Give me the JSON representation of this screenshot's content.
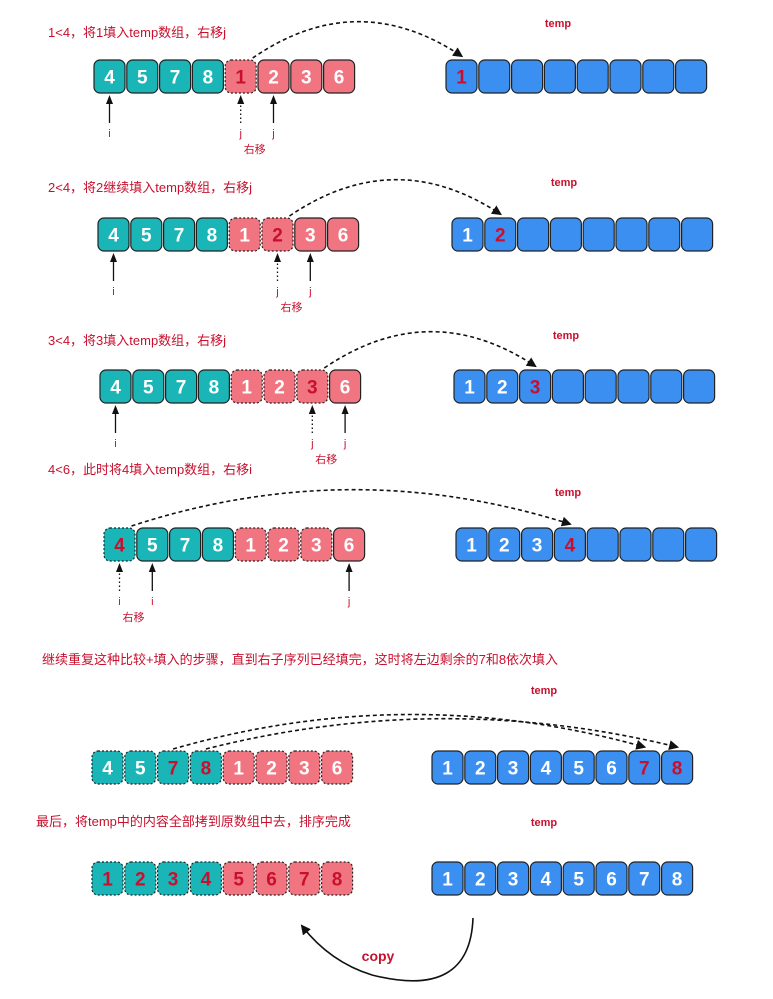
{
  "colors": {
    "teal": "#1ab5b7",
    "pink": "#f07580",
    "blue": "#3b8ff0",
    "cell_stroke": "#222222",
    "text_white": "#ffffff",
    "text_red": "#c8102e",
    "pointer": "#111111"
  },
  "temp_label": "temp",
  "copy_label": "copy",
  "steps": [
    {
      "caption": "1<4，将1填入temp数组，右移j",
      "left": [
        {
          "v": "4",
          "c": "teal"
        },
        {
          "v": "5",
          "c": "teal"
        },
        {
          "v": "7",
          "c": "teal"
        },
        {
          "v": "8",
          "c": "teal"
        },
        {
          "v": "1",
          "c": "pink",
          "red": true,
          "dashed": true
        },
        {
          "v": "2",
          "c": "pink"
        },
        {
          "v": "3",
          "c": "pink"
        },
        {
          "v": "6",
          "c": "pink"
        }
      ],
      "temp": [
        "1",
        "",
        "",
        "",
        "",
        "",
        "",
        ""
      ],
      "temp_red": [
        0
      ],
      "pointers": [
        {
          "label": "i",
          "cell": 0,
          "dotted": false
        },
        {
          "label": "j",
          "cell": 4,
          "dotted": true
        },
        {
          "label": "j",
          "cell": 5,
          "dotted": false
        }
      ],
      "move_label": "右移",
      "move_under": 4
    },
    {
      "caption": "2<4，将2继续填入temp数组，右移j",
      "left": [
        {
          "v": "4",
          "c": "teal"
        },
        {
          "v": "5",
          "c": "teal"
        },
        {
          "v": "7",
          "c": "teal"
        },
        {
          "v": "8",
          "c": "teal"
        },
        {
          "v": "1",
          "c": "pink",
          "dashed": true
        },
        {
          "v": "2",
          "c": "pink",
          "red": true,
          "dashed": true
        },
        {
          "v": "3",
          "c": "pink"
        },
        {
          "v": "6",
          "c": "pink"
        }
      ],
      "temp": [
        "1",
        "2",
        "",
        "",
        "",
        "",
        "",
        ""
      ],
      "temp_red": [
        1
      ],
      "pointers": [
        {
          "label": "i",
          "cell": 0,
          "dotted": false
        },
        {
          "label": "j",
          "cell": 5,
          "dotted": true
        },
        {
          "label": "j",
          "cell": 6,
          "dotted": false
        }
      ],
      "move_label": "右移",
      "move_under": 5
    },
    {
      "caption": "3<4，将3填入temp数组，右移j",
      "left": [
        {
          "v": "4",
          "c": "teal"
        },
        {
          "v": "5",
          "c": "teal"
        },
        {
          "v": "7",
          "c": "teal"
        },
        {
          "v": "8",
          "c": "teal"
        },
        {
          "v": "1",
          "c": "pink",
          "dashed": true
        },
        {
          "v": "2",
          "c": "pink",
          "dashed": true
        },
        {
          "v": "3",
          "c": "pink",
          "red": true,
          "dashed": true
        },
        {
          "v": "6",
          "c": "pink"
        }
      ],
      "temp": [
        "1",
        "2",
        "3",
        "",
        "",
        "",
        "",
        ""
      ],
      "temp_red": [
        2
      ],
      "pointers": [
        {
          "label": "i",
          "cell": 0,
          "dotted": false
        },
        {
          "label": "j",
          "cell": 6,
          "dotted": true
        },
        {
          "label": "j",
          "cell": 7,
          "dotted": false
        }
      ],
      "move_label": "右移",
      "move_under": 6
    },
    {
      "caption": "4<6，此时将4填入temp数组，右移i",
      "left": [
        {
          "v": "4",
          "c": "teal",
          "red": true,
          "dashed": true
        },
        {
          "v": "5",
          "c": "teal"
        },
        {
          "v": "7",
          "c": "teal"
        },
        {
          "v": "8",
          "c": "teal"
        },
        {
          "v": "1",
          "c": "pink",
          "dashed": true
        },
        {
          "v": "2",
          "c": "pink",
          "dashed": true
        },
        {
          "v": "3",
          "c": "pink",
          "dashed": true
        },
        {
          "v": "6",
          "c": "pink"
        }
      ],
      "temp": [
        "1",
        "2",
        "3",
        "4",
        "",
        "",
        "",
        ""
      ],
      "temp_red": [
        3
      ],
      "pointers": [
        {
          "label": "i",
          "cell": 0,
          "dotted": true
        },
        {
          "label": "i",
          "cell": 1,
          "dotted": false
        },
        {
          "label": "j",
          "cell": 7,
          "dotted": false
        }
      ],
      "move_label": "右移",
      "move_under": 0
    },
    {
      "caption": "继续重复这种比较+填入的步骤，直到右子序列已经填完，这时将左边剩余的7和8依次填入",
      "left": [
        {
          "v": "4",
          "c": "teal",
          "dashed": true
        },
        {
          "v": "5",
          "c": "teal",
          "dashed": true
        },
        {
          "v": "7",
          "c": "teal",
          "red": true,
          "dashed": true
        },
        {
          "v": "8",
          "c": "teal",
          "red": true,
          "dashed": true
        },
        {
          "v": "1",
          "c": "pink",
          "dashed": true
        },
        {
          "v": "2",
          "c": "pink",
          "dashed": true
        },
        {
          "v": "3",
          "c": "pink",
          "dashed": true
        },
        {
          "v": "6",
          "c": "pink",
          "dashed": true
        }
      ],
      "temp": [
        "1",
        "2",
        "3",
        "4",
        "5",
        "6",
        "7",
        "8"
      ],
      "temp_red": [
        6,
        7
      ],
      "pointers": [],
      "move_label": "",
      "move_under": -1
    },
    {
      "caption": "最后，将temp中的内容全部拷到原数组中去，排序完成",
      "left": [
        {
          "v": "1",
          "c": "teal",
          "red": true,
          "dashed": true
        },
        {
          "v": "2",
          "c": "teal",
          "red": true,
          "dashed": true
        },
        {
          "v": "3",
          "c": "teal",
          "red": true,
          "dashed": true
        },
        {
          "v": "4",
          "c": "teal",
          "red": true,
          "dashed": true
        },
        {
          "v": "5",
          "c": "pink",
          "red": true,
          "dashed": true
        },
        {
          "v": "6",
          "c": "pink",
          "red": true,
          "dashed": true
        },
        {
          "v": "7",
          "c": "pink",
          "red": true,
          "dashed": true
        },
        {
          "v": "8",
          "c": "pink",
          "red": true,
          "dashed": true
        }
      ],
      "temp": [
        "1",
        "2",
        "3",
        "4",
        "5",
        "6",
        "7",
        "8"
      ],
      "temp_red": [],
      "pointers": [],
      "move_label": "",
      "move_under": -1
    }
  ]
}
